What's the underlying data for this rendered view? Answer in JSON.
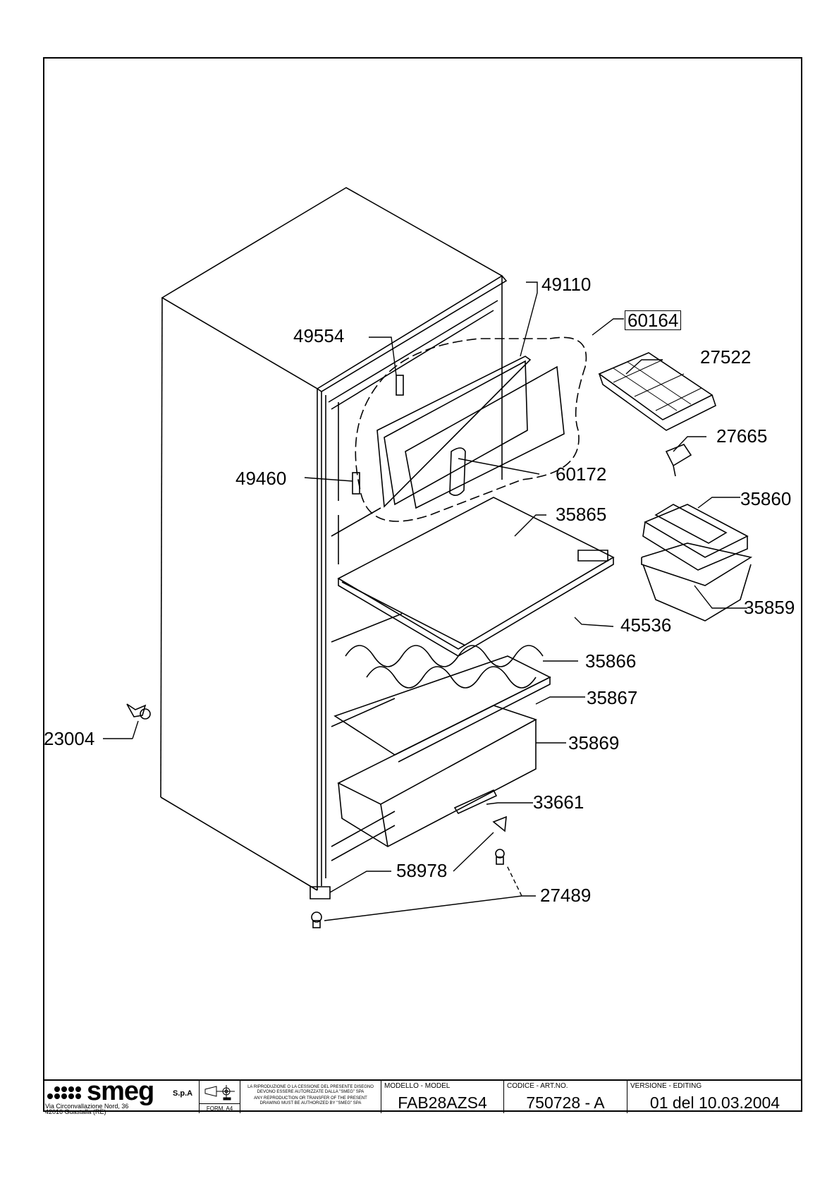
{
  "drawing": {
    "part_numbers": {
      "p49110": "49110",
      "p60164": "60164",
      "p27522": "27522",
      "p49554": "49554",
      "p27665": "27665",
      "p49460": "49460",
      "p60172": "60172",
      "p35865": "35865",
      "p35860": "35860",
      "p35859": "35859",
      "p45536": "45536",
      "p35866": "35866",
      "p35867": "35867",
      "p23004": "23004",
      "p35869": "35869",
      "p33661": "33661",
      "p58978": "58978",
      "p27489": "27489"
    }
  },
  "titleblock": {
    "brand": "smeg",
    "brand_suffix": "S.p.A",
    "address_line1": "Via Circonvallazione Nord, 36",
    "address_line2": "42016  Guastalla (RE)",
    "form": "FORM. A4",
    "notice_it": "LA RIPRODUZIONE O LA CESSIONE DEL PRESENTE DISEGNO DEVONO ESSERE AUTORIZZATE DALLA \"SMEG\" SPA",
    "notice_en": "ANY REPRODUCTION OR TRANSFER OF THE PRESENT DRAWING MUST BE AUTHORIZED BY \"SMEG\" SPA",
    "model_header": "MODELLO - MODEL",
    "model_value": "FAB28AZS4",
    "code_header": "CODICE - ART.NO.",
    "code_value": "750728 - A",
    "version_header": "VERSIONE - EDITING",
    "version_value": "01 del 10.03.2004"
  }
}
